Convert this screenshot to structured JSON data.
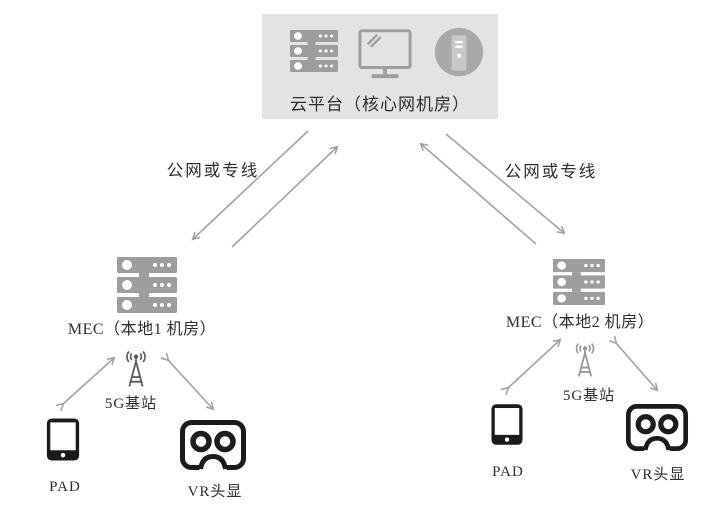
{
  "diagram": {
    "cloud_platform": {
      "label": "云平台（核心网机房）"
    },
    "wan_link_left": {
      "label": "公网或专线"
    },
    "wan_link_right": {
      "label": "公网或专线"
    },
    "mec_left": {
      "label": "MEC（本地1 机房）"
    },
    "mec_right": {
      "label": "MEC（本地2 机房）"
    },
    "base_station_left": {
      "label": "5G基站"
    },
    "base_station_right": {
      "label": "5G基站"
    },
    "pad_left": {
      "label": "PAD"
    },
    "pad_right": {
      "label": "PAD"
    },
    "vr_left": {
      "label": "VR头显"
    },
    "vr_right": {
      "label": "VR头显"
    }
  },
  "colors": {
    "canvas_bg": "#ffffff",
    "cloud_box_bg": "#e3e3e3",
    "icon_gray": "#9d9d9d",
    "icon_gray_light": "#c8c8c8",
    "circle_gray": "#a9a9a9",
    "arrow": "#a3a3a3",
    "bs_dark": "#5f5f5f",
    "bs_light": "#979797",
    "device_ink": "#1b1b1b",
    "text": "#2e2e2e"
  }
}
